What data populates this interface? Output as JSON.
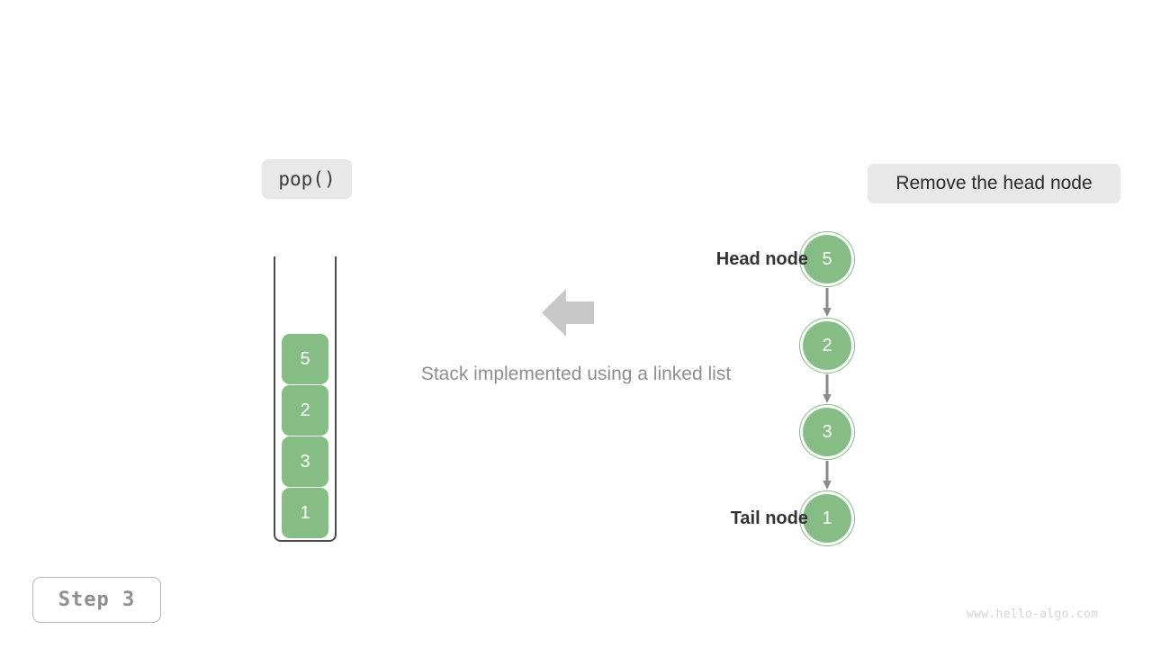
{
  "operation": {
    "label": "pop()"
  },
  "note": {
    "label": "Remove the head node"
  },
  "caption": {
    "text": "Stack implemented using a linked list"
  },
  "step": {
    "label": "Step 3"
  },
  "watermark": {
    "text": "www.hello-algo.com"
  },
  "stack": {
    "items": [
      {
        "value": "5"
      },
      {
        "value": "2"
      },
      {
        "value": "3"
      },
      {
        "value": "1"
      }
    ]
  },
  "linked_list": {
    "head_label": "Head node",
    "tail_label": "Tail node",
    "nodes": [
      {
        "value": "5"
      },
      {
        "value": "2"
      },
      {
        "value": "3"
      },
      {
        "value": "1"
      }
    ]
  },
  "colors": {
    "node_green": "#86bd84",
    "node_ring": "#82bd80",
    "badge_gray": "#e8e8e8",
    "arrow_gray": "#c8c8c8",
    "edge_gray": "#8a8a8a",
    "container_stroke": "#4a4a4a",
    "caption_gray": "#8e8e8e",
    "watermark_gray": "#d4d4d4"
  },
  "icons": {
    "big_arrow": "arrow-left-icon",
    "edge_arrow": "arrow-down-icon"
  }
}
